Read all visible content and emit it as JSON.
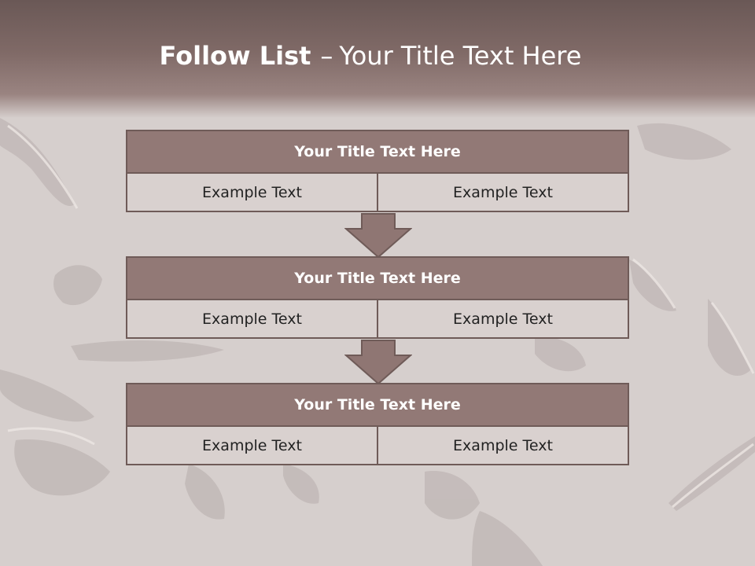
{
  "slide": {
    "title_bold": "Follow List",
    "title_dash": "–",
    "title_rest": "Your Title Text Here"
  },
  "blocks": [
    {
      "title": "Your Title Text Here",
      "left": "Example Text",
      "right": "Example Text"
    },
    {
      "title": "Your Title Text Here",
      "left": "Example Text",
      "right": "Example Text"
    },
    {
      "title": "Your Title Text Here",
      "left": "Example Text",
      "right": "Example Text"
    }
  ],
  "colors": {
    "header": "#806a67",
    "box_fill": "#927976",
    "box_border": "#6f5b58",
    "cell_fill": "#d9d1cf"
  }
}
